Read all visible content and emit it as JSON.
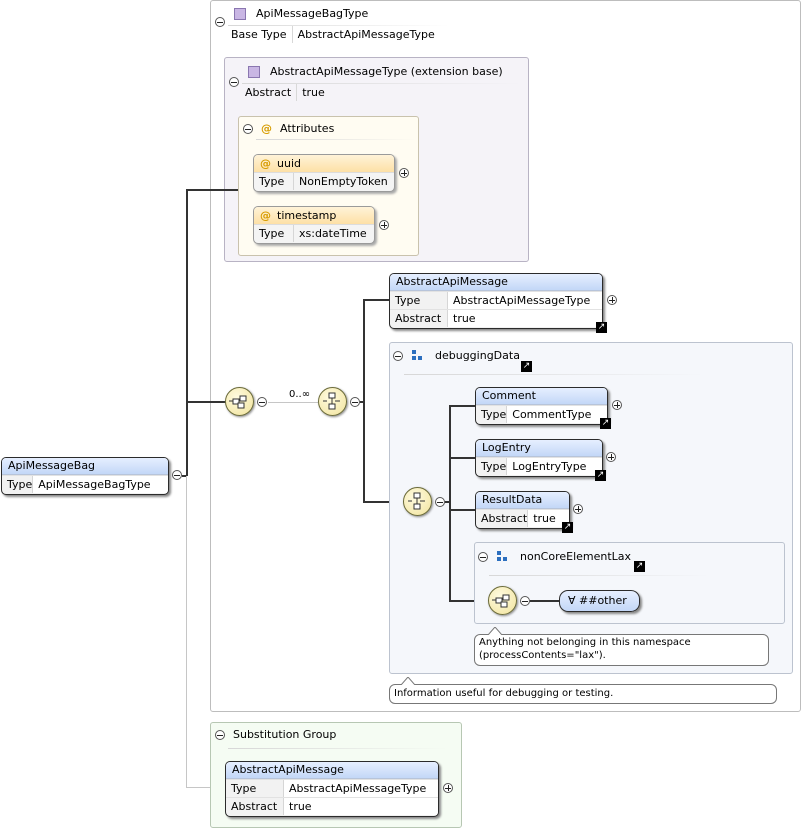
{
  "complex_type": {
    "name": "ApiMessageBagType",
    "base_type_label": "Base Type",
    "base_type_value": "AbstractApiMessageType"
  },
  "extension": {
    "title": "AbstractApiMessageType (extension base)",
    "abstract_label": "Abstract",
    "abstract_value": "true"
  },
  "attributes": {
    "title": "Attributes",
    "items": [
      {
        "name": "uuid",
        "type_label": "Type",
        "type_value": "NonEmptyToken"
      },
      {
        "name": "timestamp",
        "type_label": "Type",
        "type_value": "xs:dateTime"
      }
    ]
  },
  "root_element": {
    "name": "ApiMessageBag",
    "type_label": "Type",
    "type_value": "ApiMessageBagType"
  },
  "sequence": {
    "cardinality": "0..∞"
  },
  "abstract_api_message": {
    "name": "AbstractApiMessage",
    "type_label": "Type",
    "type_value": "AbstractApiMessageType",
    "abstract_label": "Abstract",
    "abstract_value": "true"
  },
  "debugging_data": {
    "title": "debuggingData",
    "annotation": "Information useful for debugging or testing.",
    "children": [
      {
        "name": "Comment",
        "key": "Type",
        "value": "CommentType"
      },
      {
        "name": "LogEntry",
        "key": "Type",
        "value": "LogEntryType"
      },
      {
        "name": "ResultData",
        "key": "Abstract",
        "value": "true"
      }
    ]
  },
  "non_core": {
    "title": "nonCoreElementLax",
    "any_label": "∀ ##other",
    "annotation_line1": "Anything not belonging in this namespace",
    "annotation_line2": "(processContents=\"lax\")."
  },
  "substitution_group": {
    "title": "Substitution Group",
    "element": {
      "name": "AbstractApiMessage",
      "type_label": "Type",
      "type_value": "AbstractApiMessageType",
      "abstract_label": "Abstract",
      "abstract_value": "true"
    }
  },
  "colors": {
    "element_header": "#c3d7f7",
    "attribute_header": "#fde0a6",
    "compositor_fill": "#f1e39c",
    "extension_panel": "#f5f3f8",
    "attributes_panel": "#fffcf2",
    "substitution_panel": "#f5fcf3",
    "group_panel": "#f5f7fb"
  }
}
